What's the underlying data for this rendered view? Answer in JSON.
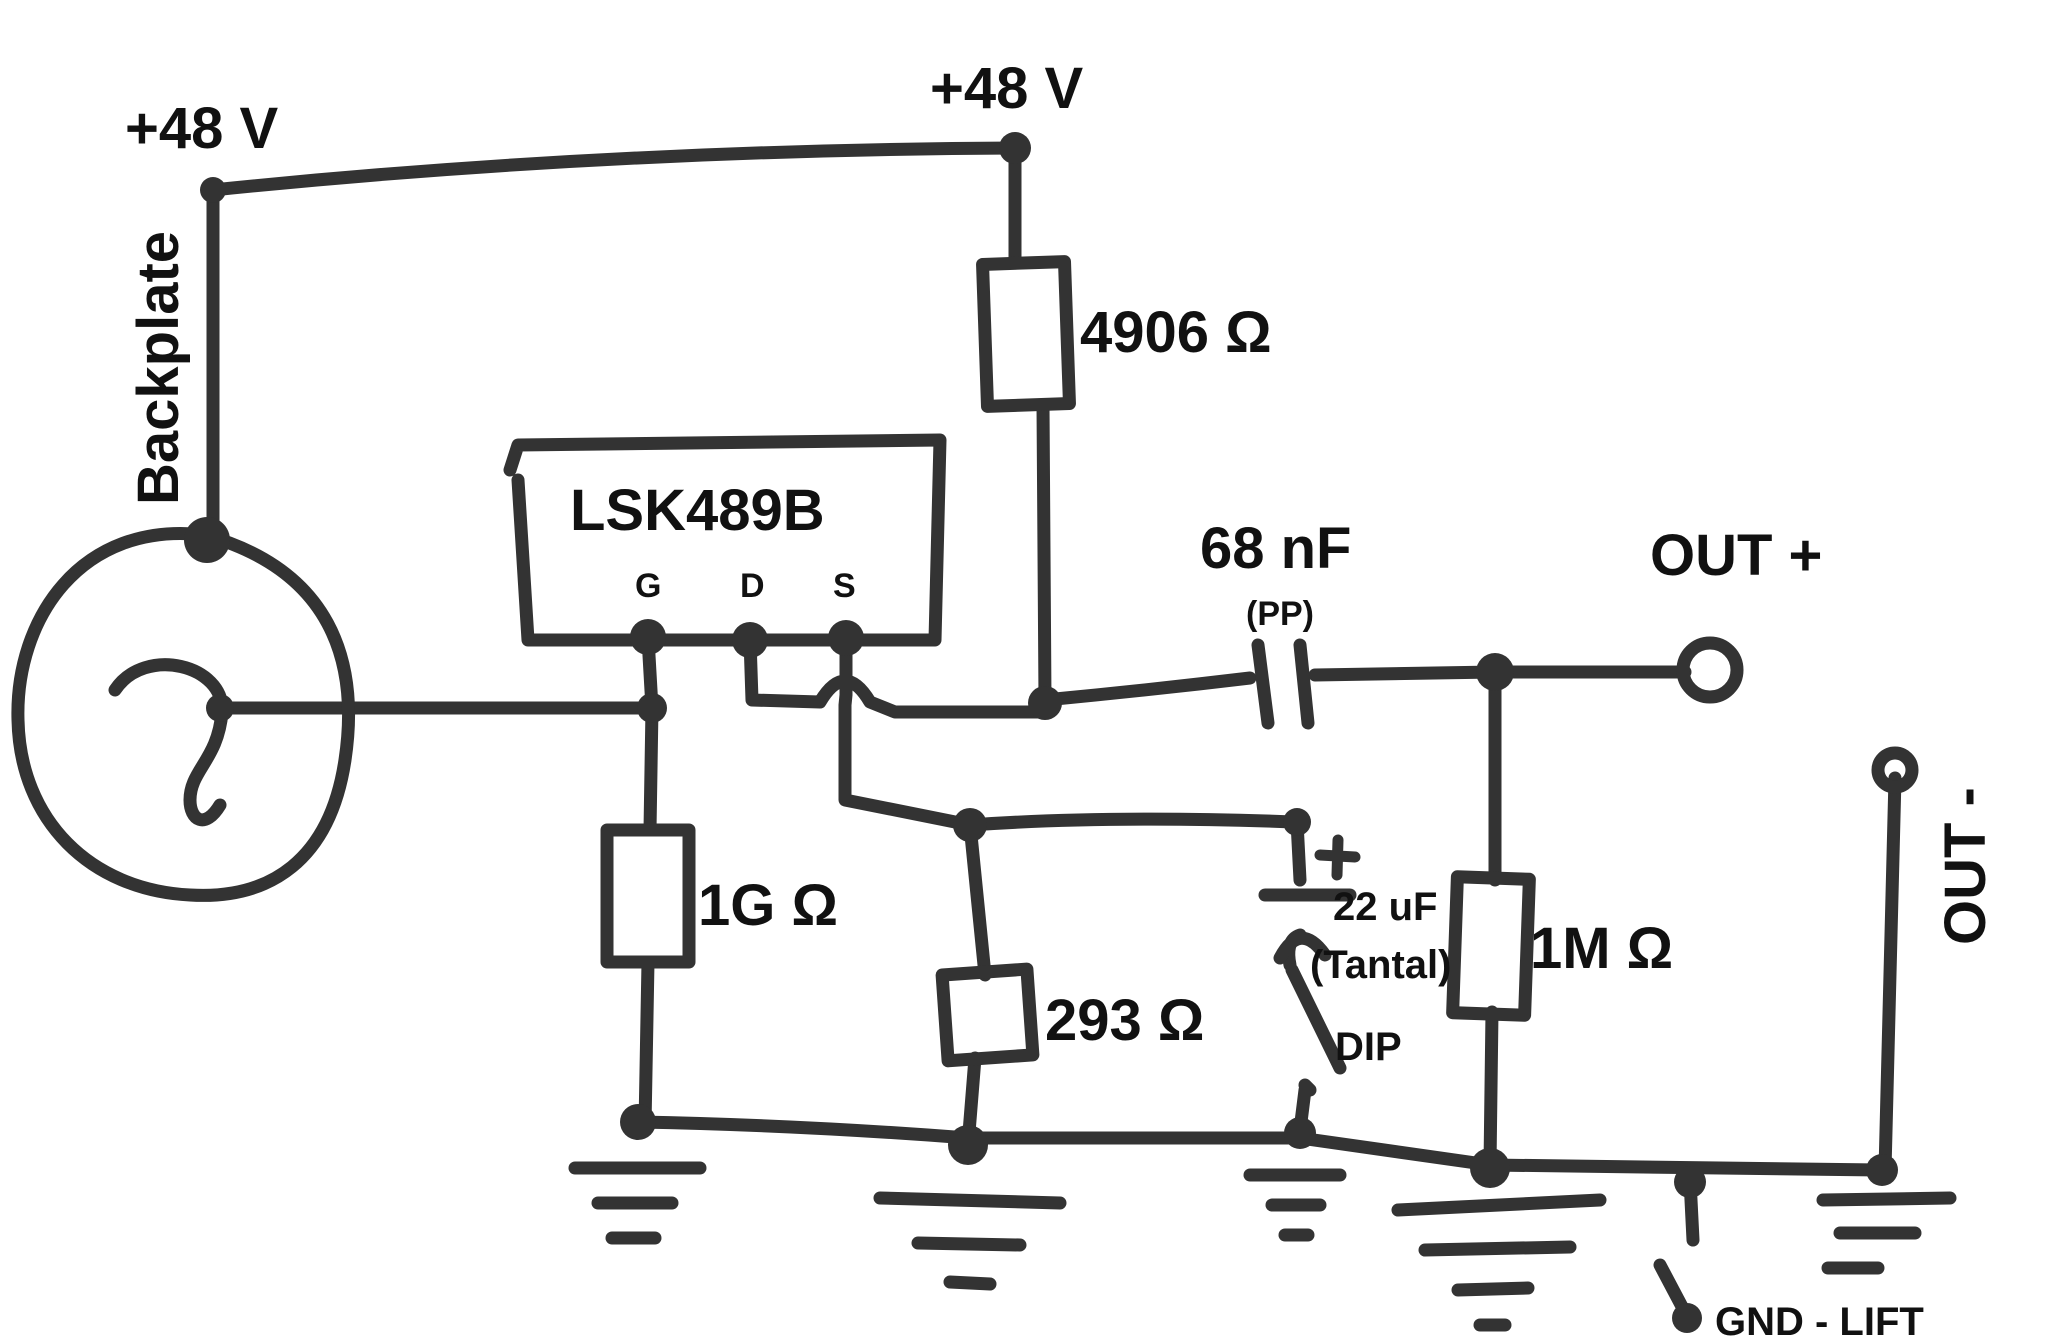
{
  "diagram": {
    "supply_left": "+48 V",
    "supply_top": "+48 V",
    "backplate": "Backplate",
    "ic_name": "LSK489B",
    "pin_g": "G",
    "pin_d": "D",
    "pin_s": "S",
    "r_drain": "4906 Ω",
    "r_gate": "1G Ω",
    "r_source": "293 Ω",
    "r_out": "1M Ω",
    "cap_out": "68 nF",
    "cap_out_type": "(PP)",
    "cap_src_value": "22 uF",
    "cap_src_type": "(Tantal)",
    "cap_src_plus": "+",
    "dip": "DIP",
    "out_plus": "OUT +",
    "out_minus": "OUT -",
    "gnd_lift": "GND - LIFT"
  },
  "colors": {
    "ink": "#333333",
    "paper": "#ffffff"
  }
}
